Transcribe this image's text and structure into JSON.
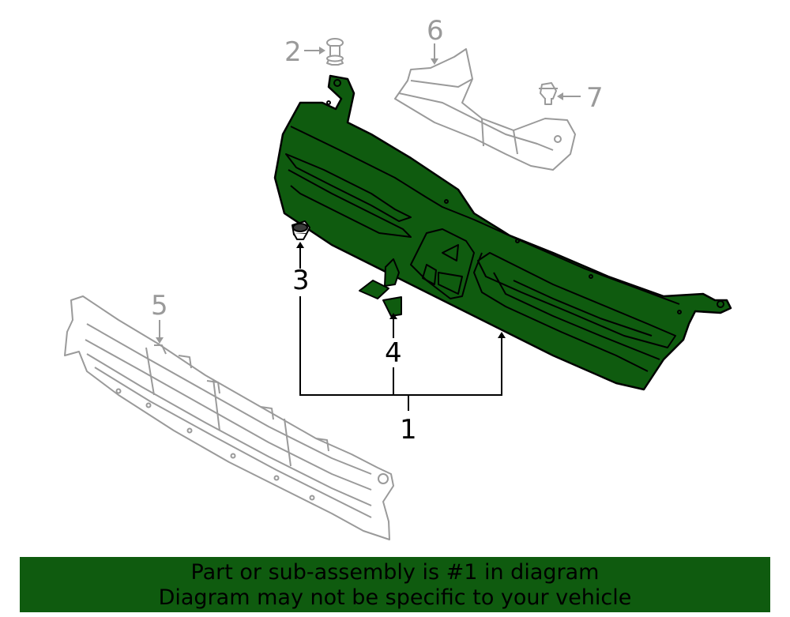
{
  "callouts": {
    "c1": "1",
    "c2": "2",
    "c3": "3",
    "c4": "4",
    "c5": "5",
    "c6": "6",
    "c7": "7"
  },
  "banner": {
    "line1": "Part or sub-assembly is #1 in diagram",
    "line2": "Diagram may not be specific to your vehicle"
  },
  "colors": {
    "highlight": "#0f5b0f",
    "outline_gray": "#9a9a9a",
    "outline_black": "#000000"
  }
}
